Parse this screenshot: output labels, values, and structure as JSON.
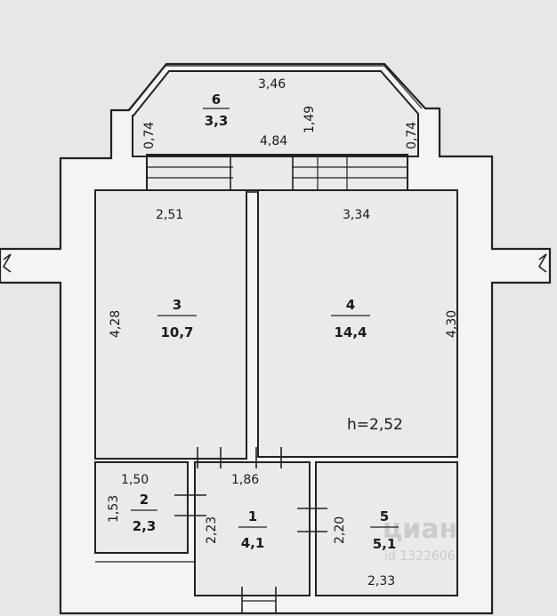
{
  "plan": {
    "ceiling_height": "h=2,52",
    "rooms": [
      {
        "id": "6",
        "area": "3,3"
      },
      {
        "id": "3",
        "area": "10,7"
      },
      {
        "id": "4",
        "area": "14,4"
      },
      {
        "id": "2",
        "area": "2,3"
      },
      {
        "id": "1",
        "area": "4,1"
      },
      {
        "id": "5",
        "area": "5,1"
      }
    ],
    "dimensions": {
      "balcony_top": "3,46",
      "balcony_left": "0,74",
      "balcony_right": "0,74",
      "balcony_depth": "1,49",
      "balcony_opening": "4,84",
      "room3_width": "2,51",
      "room4_width": "3,34",
      "room3_length": "4,28",
      "room4_length": "4,30",
      "room2_width": "1,50",
      "room2_length": "1,53",
      "hall_width": "1,86",
      "hall_length": "2,23",
      "room5_length": "2,20",
      "room5_width": "2,33"
    },
    "watermark": {
      "brand": "циан",
      "id_text": "id 1322606"
    }
  }
}
